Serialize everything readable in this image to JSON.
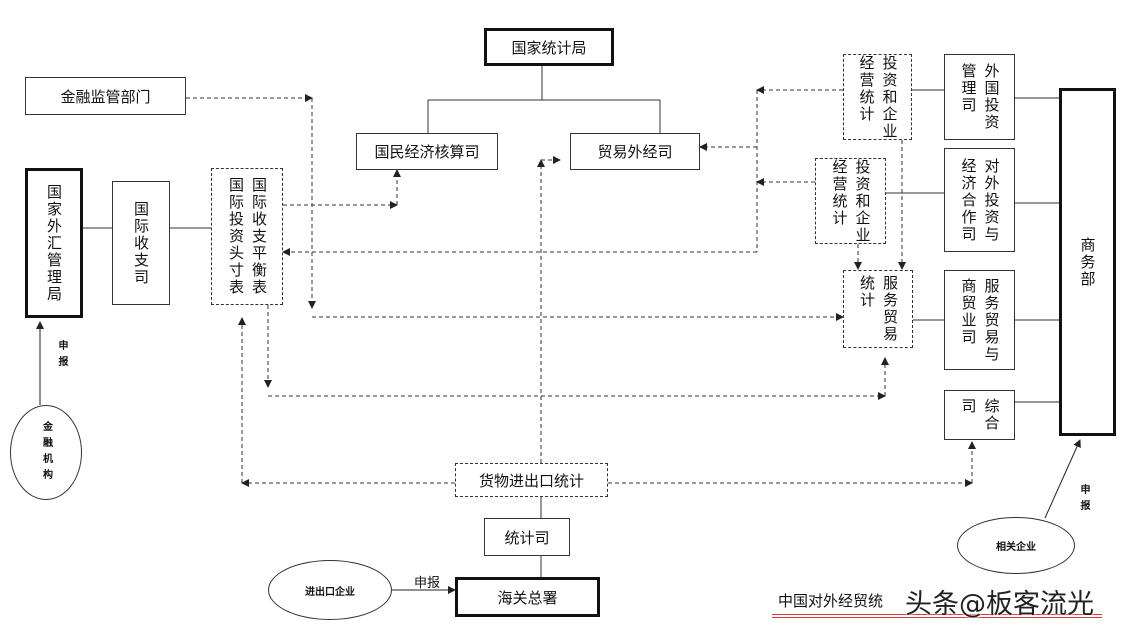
{
  "nodes": {
    "nbs": "国家统计局",
    "finreg": "金融监管部门",
    "natacct": "国民经济核算司",
    "trade_dept": "贸易外经司",
    "safe": "国家外汇管理局",
    "intl_pay_dept": "国际收支司",
    "bop_col1": "国际收支平衡表",
    "bop_col2": "国际投资头寸表",
    "inv_stat_a_col1": "投资和企业",
    "inv_stat_a_col2": "经营统计",
    "inv_stat_b_col1": "投资和企业",
    "inv_stat_b_col2": "经营统计",
    "serv_stat_col1": "服务贸易",
    "serv_stat_col2": "统计",
    "foreign_inv_col1": "外国投资",
    "foreign_inv_col2": "管理司",
    "outward_col1": "对外投资与",
    "outward_col2": "经济合作司",
    "serv_trade_col1": "服务贸易与",
    "serv_trade_col2": "商贸业司",
    "general_col1": "综合",
    "general_col2": "司",
    "mofcom": "商务部",
    "goods_stat": "货物进出口统计",
    "stat_dept": "统计司",
    "customs": "海关总署",
    "fin_inst": "金融机构",
    "ie_firms": "进出口企业",
    "related_firms": "相关企业"
  },
  "labels": {
    "report_left": "申报",
    "report_bottom": "申报",
    "report_right": "申报"
  },
  "caption": "中国对外经贸统",
  "watermark": "头条@板客流光",
  "colors": {
    "line": "#222222",
    "caption_underline": "#d63a3a"
  }
}
